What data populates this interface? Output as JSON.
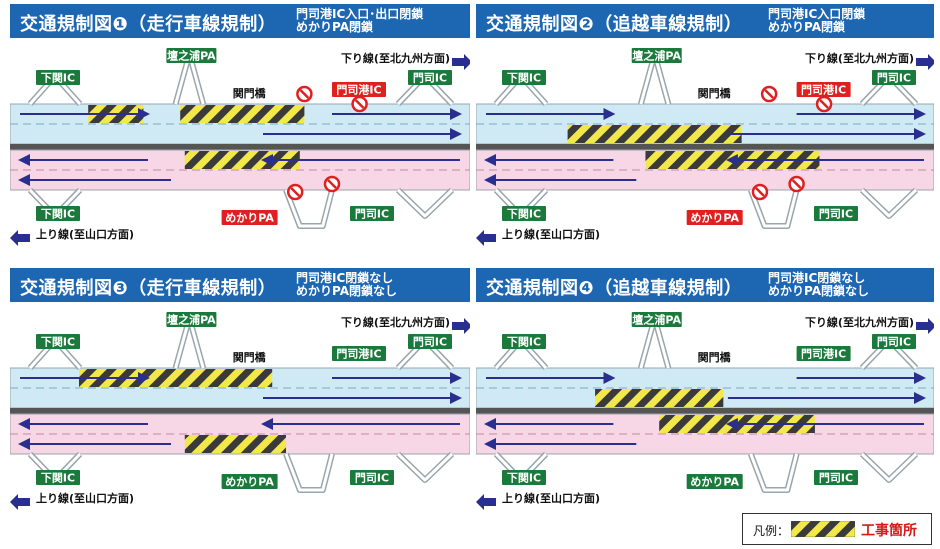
{
  "colors": {
    "header": "#1d66b2",
    "down_lane": "#cfeaf5",
    "up_lane": "#f7d6e6",
    "road_border": "#9aa5ad",
    "arrow": "#2a2f8f",
    "ic_label": "#1b7a3b",
    "closed_label": "#e02020",
    "hatch_yellow": "#f3e84a",
    "hatch_dark": "#333333"
  },
  "panels": [
    {
      "title": "交通規制図❶（走行車線規制）",
      "note": "門司港IC入口･出口閉鎖\nめかりPA閉鎖",
      "lanes": {
        "down": "下り線(至北九州方面)",
        "up": "上り線(至山口方面)"
      },
      "labels": {
        "shimonoseki_top": "下関IC",
        "shimonoseki_bottom": "下関IC",
        "dannoura": "壇之浦PA",
        "kanmon": "関門橋",
        "mojiko": "門司港IC",
        "moji_top": "門司IC",
        "moji_bottom": "門司IC",
        "mekari": "めかりPA"
      },
      "mojiko_closed": true,
      "mekari_closed": true
    },
    {
      "title": "交通規制図❷（追越車線規制）",
      "note": "門司港IC入口閉鎖\nめかりPA閉鎖",
      "lanes": {
        "down": "下り線(至北九州方面)",
        "up": "上り線(至山口方面)"
      },
      "labels": {
        "shimonoseki_top": "下関IC",
        "shimonoseki_bottom": "下関IC",
        "dannoura": "壇之浦PA",
        "kanmon": "関門橋",
        "mojiko": "門司港IC",
        "moji_top": "門司IC",
        "moji_bottom": "門司IC",
        "mekari": "めかりPA"
      },
      "mojiko_closed": true,
      "mekari_closed": true
    },
    {
      "title": "交通規制図❸（走行車線規制）",
      "note": "門司港IC閉鎖なし\nめかりPA閉鎖なし",
      "lanes": {
        "down": "下り線(至北九州方面)",
        "up": "上り線(至山口方面)"
      },
      "labels": {
        "shimonoseki_top": "下関IC",
        "shimonoseki_bottom": "下関IC",
        "dannoura": "壇之浦PA",
        "kanmon": "関門橋",
        "mojiko": "門司港IC",
        "moji_top": "門司IC",
        "moji_bottom": "門司IC",
        "mekari": "めかりPA"
      },
      "mojiko_closed": false,
      "mekari_closed": false
    },
    {
      "title": "交通規制図❹（追越車線規制）",
      "note": "門司港IC閉鎖なし\nめかりPA閉鎖なし",
      "lanes": {
        "down": "下り線(至北九州方面)",
        "up": "上り線(至山口方面)"
      },
      "labels": {
        "shimonoseki_top": "下関IC",
        "shimonoseki_bottom": "下関IC",
        "dannoura": "壇之浦PA",
        "kanmon": "関門橋",
        "mojiko": "門司港IC",
        "moji_top": "門司IC",
        "moji_bottom": "門司IC",
        "mekari": "めかりPA"
      },
      "mojiko_closed": false,
      "mekari_closed": false
    }
  ],
  "legend": {
    "label": "凡例：",
    "text": "工事箇所"
  }
}
